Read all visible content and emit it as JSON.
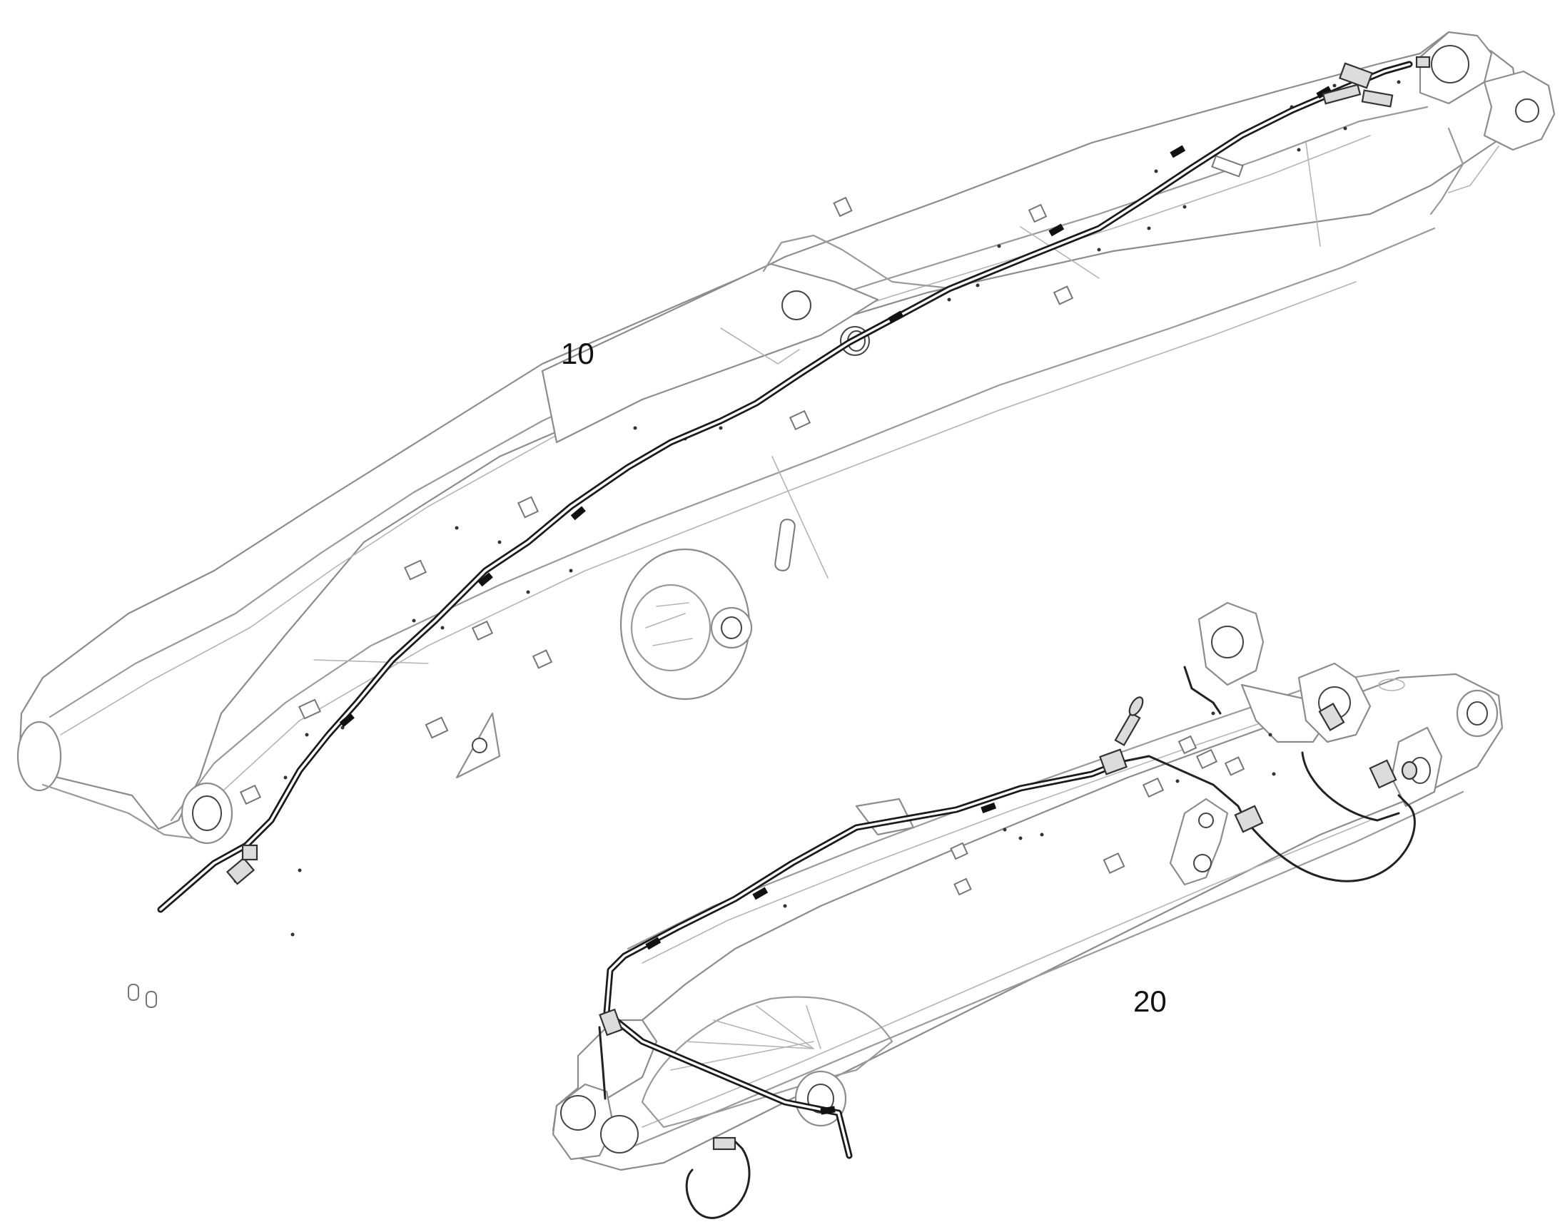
{
  "figure": {
    "callouts": [
      {
        "id": "item-10",
        "text": "10"
      },
      {
        "id": "item-20",
        "text": "20"
      }
    ]
  }
}
